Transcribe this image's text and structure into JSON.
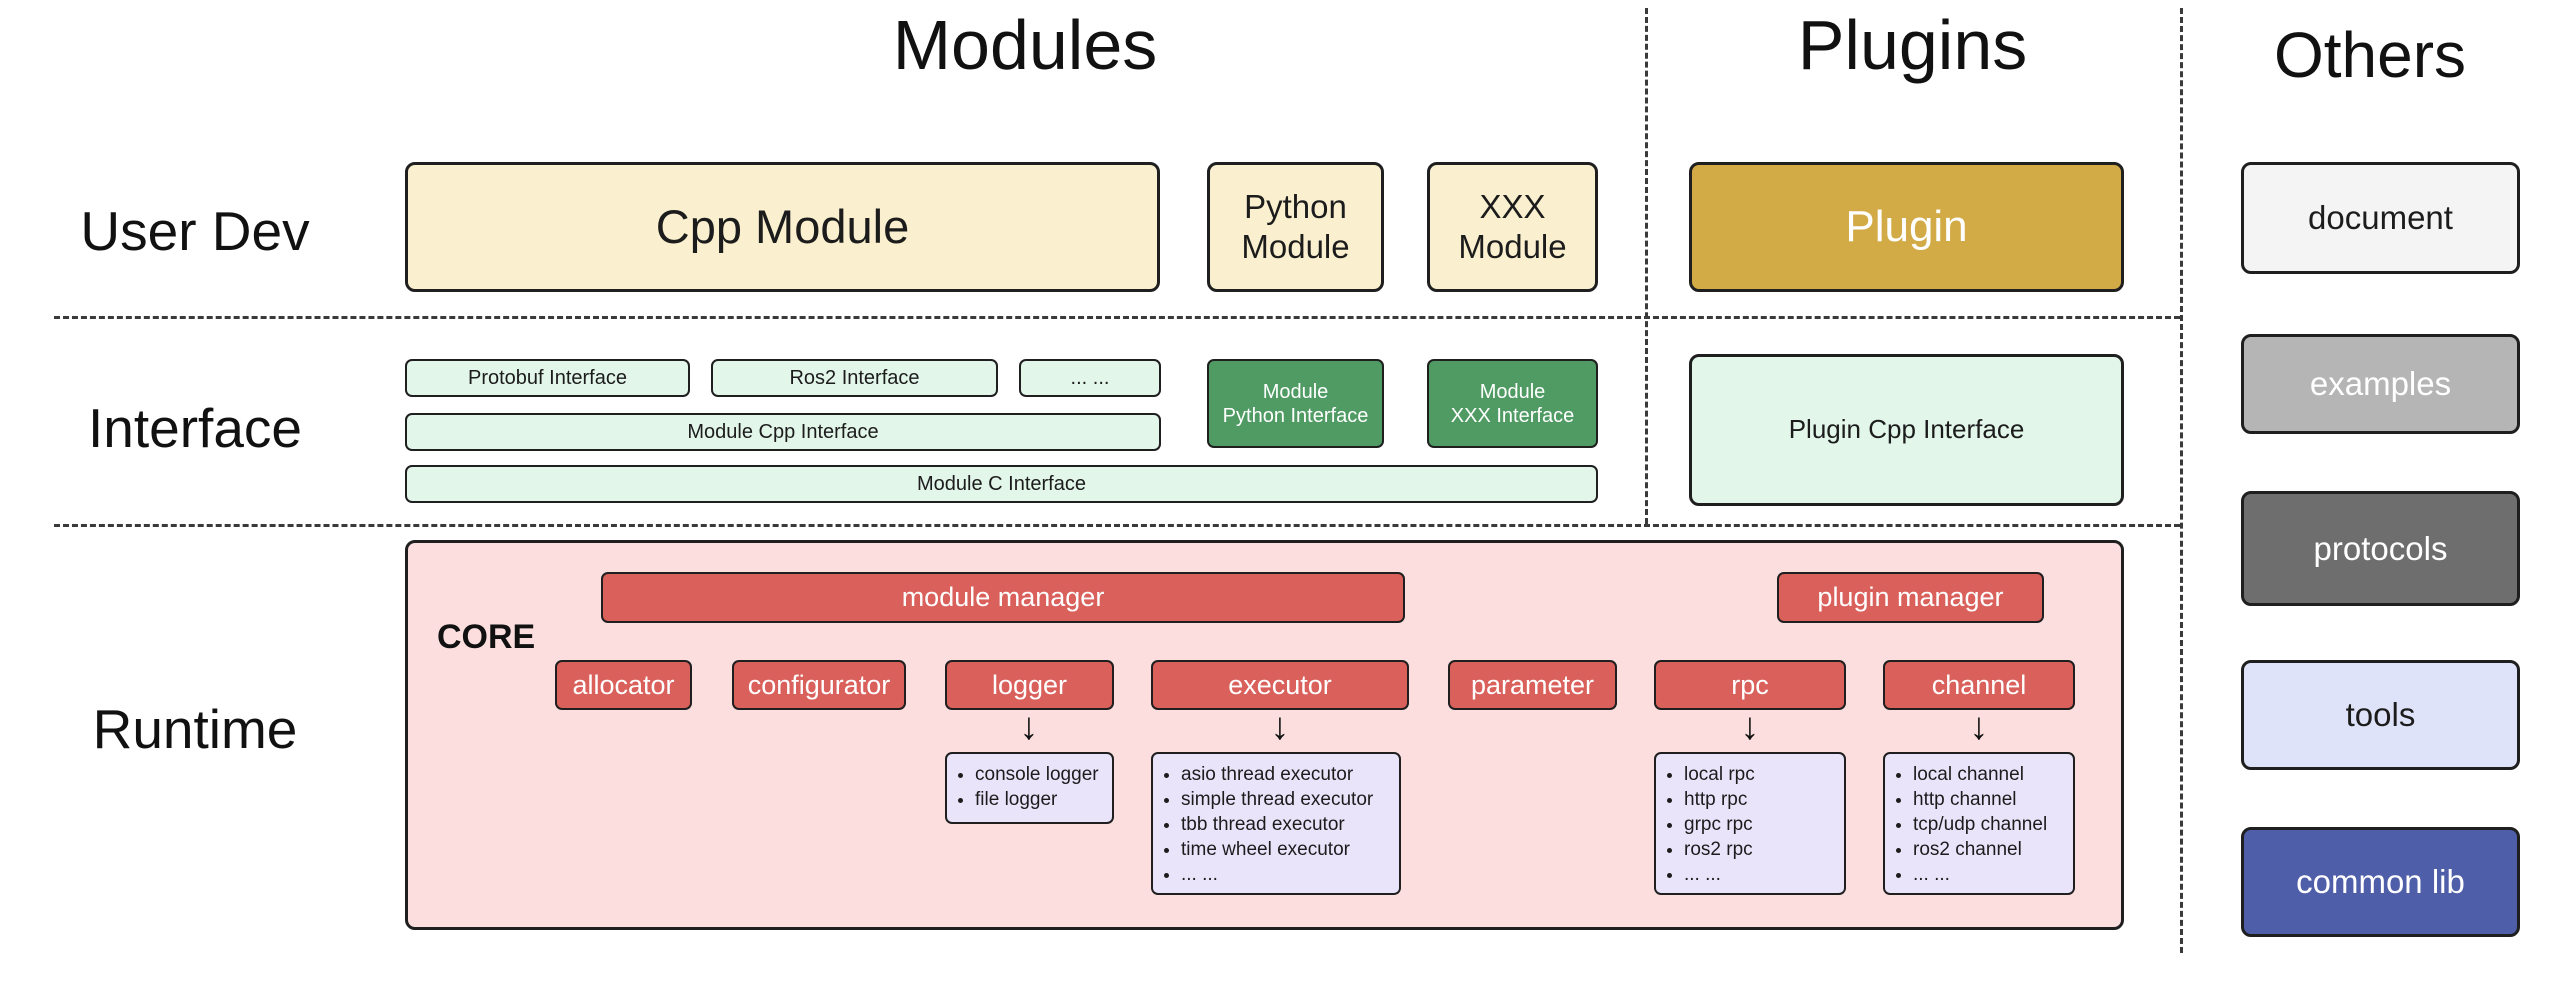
{
  "headers": {
    "modules": "Modules",
    "plugins": "Plugins",
    "others": "Others"
  },
  "row_labels": {
    "user_dev": "User Dev",
    "interface": "Interface",
    "runtime": "Runtime"
  },
  "user_dev": {
    "cpp_module": "Cpp Module",
    "python_module": "Python Module",
    "xxx_module": "XXX Module",
    "plugin": "Plugin"
  },
  "interface": {
    "protobuf": "Protobuf Interface",
    "ros2": "Ros2 Interface",
    "ellipsis": "... ...",
    "module_python": {
      "line1": "Module",
      "line2": "Python Interface"
    },
    "module_xxx": {
      "line1": "Module",
      "line2": "XXX Interface"
    },
    "module_cpp": "Module Cpp Interface",
    "module_c": "Module C Interface",
    "plugin_cpp": "Plugin Cpp Interface"
  },
  "runtime": {
    "core": "CORE",
    "module_manager": "module manager",
    "plugin_manager": "plugin manager",
    "components": [
      "allocator",
      "configurator",
      "logger",
      "executor",
      "parameter",
      "rpc",
      "channel"
    ],
    "logger_items": [
      "console logger",
      "file logger"
    ],
    "executor_items": [
      "asio thread executor",
      "simple thread executor",
      "tbb thread executor",
      "time wheel executor",
      "... ..."
    ],
    "rpc_items": [
      "local rpc",
      "http rpc",
      "grpc rpc",
      "ros2 rpc",
      "... ..."
    ],
    "channel_items": [
      "local channel",
      "http channel",
      "tcp/udp channel",
      "ros2 channel",
      "... ..."
    ]
  },
  "others": {
    "document": "document",
    "examples": "examples",
    "protocols": "protocols",
    "tools": "tools",
    "common_lib": "common lib"
  },
  "icons": {
    "down_arrow": "↓"
  },
  "colors": {
    "cream": "#faf0cf",
    "gold": "#d2ab47",
    "light_green": "#e2f6ea",
    "dark_green": "#4f9b63",
    "pink": "#fcdede",
    "red": "#d9605b",
    "lavender": "#eae4fb",
    "gray_light": "#f4f4f4",
    "gray_mid": "#b5b5b5",
    "gray_dark": "#6e6e6e",
    "tools_lavender": "#dfe3f9",
    "indigo": "#4f5ea8",
    "border": "#1f1f1f"
  }
}
